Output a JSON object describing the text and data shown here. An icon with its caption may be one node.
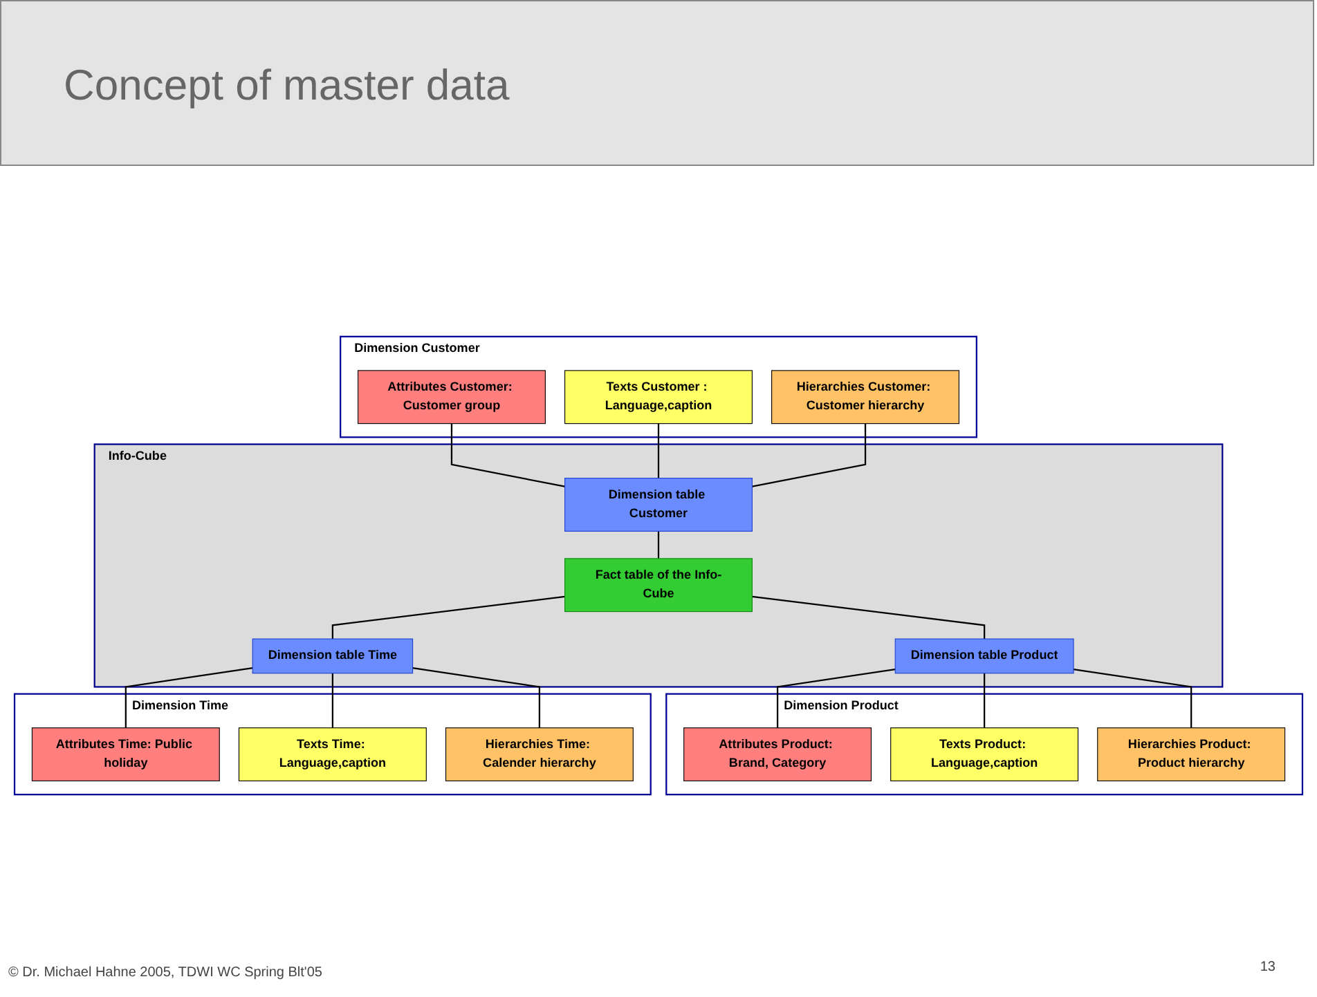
{
  "diagram": {
    "title": "Concept of master data",
    "nodes": [
      {
        "text": [
          "Dimension Customer"
        ]
      },
      {
        "text": [
          "Attributes Customer: Customer group"
        ],
        "in": 0
      },
      {
        "text": [
          "Texts Customer : Language,caption"
        ],
        "in": 0
      },
      {
        "text": [
          "Hierarchies Customer: Customer hierarchy"
        ],
        "in": 0
      },
      {
        "text": [
          "Info-Cube"
        ]
      },
      {
        "text": [
          "Dimension table Customer"
        ],
        "in": 4
      },
      {
        "text": [
          "Fact table of the Info-Cube"
        ],
        "in": 4
      },
      {
        "text": [
          "Dimension table Product"
        ],
        "in": 4
      },
      {
        "text": [
          "Dimension table Time"
        ],
        "in": 4
      },
      {
        "text": [
          "Dimension Product"
        ]
      },
      {
        "text": [
          "Attributes Product: Brand, Category"
        ],
        "in": 9
      },
      {
        "text": [
          "Texts Product: Language,caption"
        ],
        "in": 9
      },
      {
        "text": [
          "Hierarchies Product: Product hierarchy"
        ],
        "in": 9
      },
      {
        "text": [
          "Dimension Time"
        ]
      },
      {
        "text": [
          "Attributes Time: Public holiday"
        ],
        "in": 13
      },
      {
        "text": [
          "Texts Time: Language,caption"
        ],
        "in": 13
      },
      {
        "text": [
          "Hierarchies Time: Calender hierarchy"
        ],
        "in": 13
      }
    ],
    "edges": [
      {
        "from": 1,
        "to": 5,
        "arrow": "none"
      },
      {
        "from": 2,
        "to": 5,
        "arrow": "none"
      },
      {
        "from": 3,
        "to": 5,
        "arrow": "none"
      },
      {
        "from": 5,
        "to": 6,
        "arrow": "none"
      },
      {
        "from": 6,
        "to": 7,
        "arrow": "none"
      },
      {
        "from": 7,
        "to": 10,
        "arrow": "none"
      },
      {
        "from": 7,
        "to": 11,
        "arrow": "none"
      },
      {
        "from": 7,
        "to": 12,
        "arrow": "none"
      },
      {
        "from": 6,
        "to": 8,
        "arrow": "none"
      },
      {
        "from": 8,
        "to": 14,
        "arrow": "none"
      },
      {
        "from": 8,
        "to": 15,
        "arrow": "none"
      },
      {
        "from": 8,
        "to": 16,
        "arrow": "none"
      }
    ],
    "labels": [
      "© Dr. Michael Hahne 2005, TDWI WC Spring Blt'05",
      "13"
    ]
  }
}
